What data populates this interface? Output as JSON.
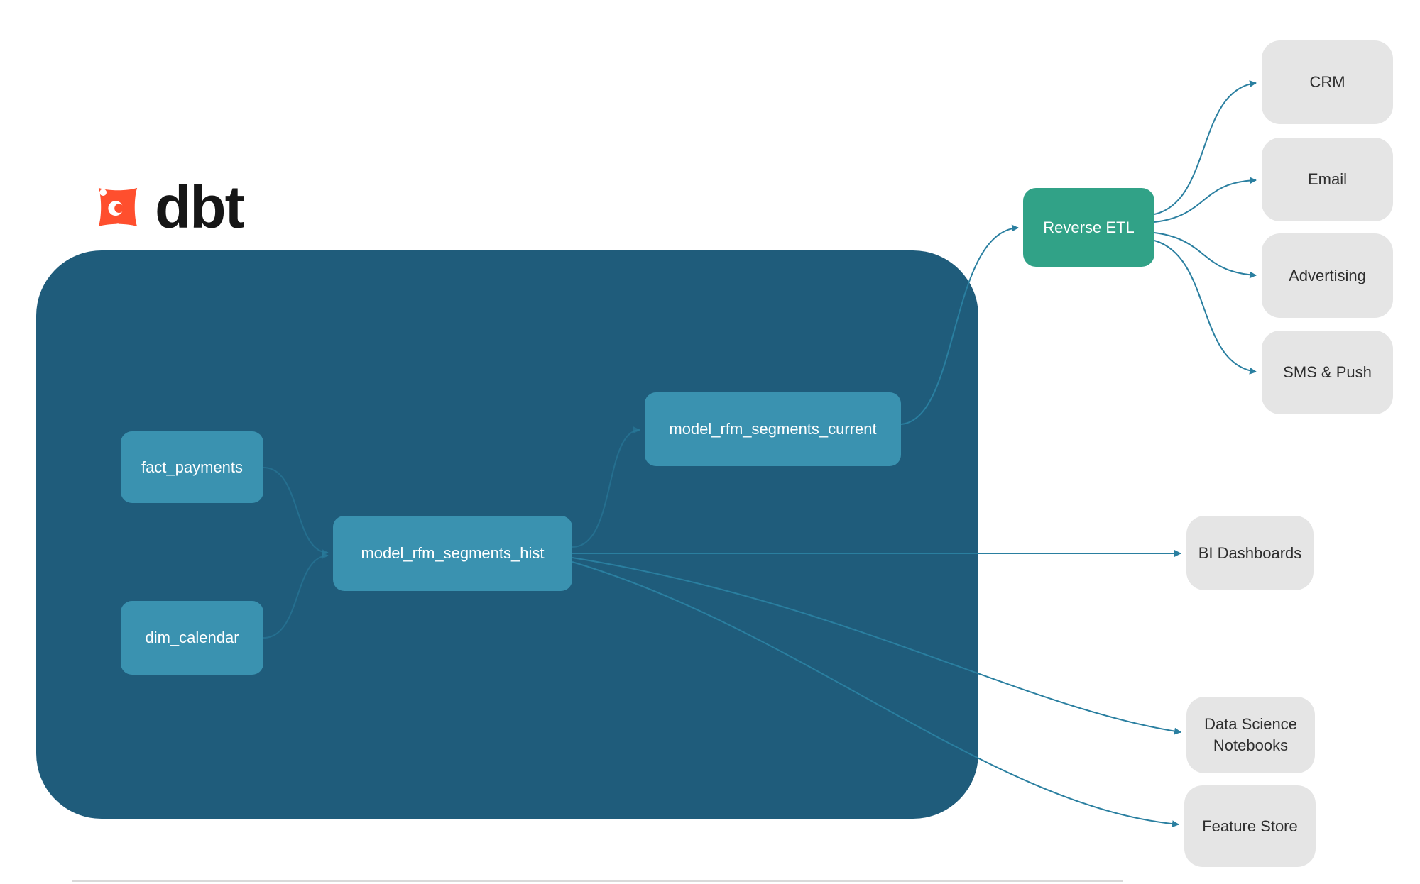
{
  "logo": {
    "brand": "dbt"
  },
  "colors": {
    "container_bg": "#1f5c7b",
    "model_node_bg": "#3a92b0",
    "reverse_etl_bg": "#31a287",
    "destination_bg": "#e5e5e5",
    "destination_text": "#2e2e2e",
    "edge": "#2a7fa0",
    "logo_orange": "#ff4f2e"
  },
  "nodes": {
    "fact_payments": {
      "label": "fact_payments"
    },
    "dim_calendar": {
      "label": "dim_calendar"
    },
    "model_rfm_segments_hist": {
      "label": "model_rfm_segments_hist"
    },
    "model_rfm_segments_current": {
      "label": "model_rfm_segments_current"
    },
    "reverse_etl": {
      "label": "Reverse ETL"
    },
    "crm": {
      "label": "CRM"
    },
    "email": {
      "label": "Email"
    },
    "advertising": {
      "label": "Advertising"
    },
    "sms_push": {
      "label": "SMS & Push"
    },
    "bi_dashboards": {
      "label": "BI Dashboards"
    },
    "data_science_notebooks": {
      "label": "Data Science Notebooks"
    },
    "feature_store": {
      "label": "Feature Store"
    }
  },
  "edges": [
    {
      "from": "fact_payments",
      "to": "model_rfm_segments_hist"
    },
    {
      "from": "dim_calendar",
      "to": "model_rfm_segments_hist"
    },
    {
      "from": "model_rfm_segments_hist",
      "to": "model_rfm_segments_current"
    },
    {
      "from": "model_rfm_segments_current",
      "to": "reverse_etl"
    },
    {
      "from": "reverse_etl",
      "to": "crm"
    },
    {
      "from": "reverse_etl",
      "to": "email"
    },
    {
      "from": "reverse_etl",
      "to": "advertising"
    },
    {
      "from": "reverse_etl",
      "to": "sms_push"
    },
    {
      "from": "model_rfm_segments_hist",
      "to": "bi_dashboards"
    },
    {
      "from": "model_rfm_segments_hist",
      "to": "data_science_notebooks"
    },
    {
      "from": "model_rfm_segments_hist",
      "to": "feature_store"
    }
  ]
}
